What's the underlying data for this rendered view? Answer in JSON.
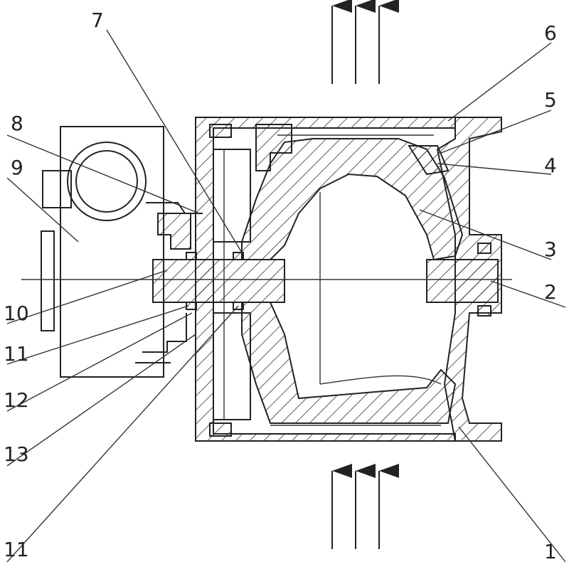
{
  "diagram": {
    "labels": {
      "l1": "1",
      "l2": "2",
      "l3": "3",
      "l4": "4",
      "l5": "5",
      "l6": "6",
      "l7": "7",
      "l8": "8",
      "l9": "9",
      "l10": "10",
      "l11a": "11",
      "l12": "12",
      "l13": "13",
      "l11b": "11"
    },
    "colors": {
      "line": "#222222",
      "background": "#ffffff"
    }
  }
}
